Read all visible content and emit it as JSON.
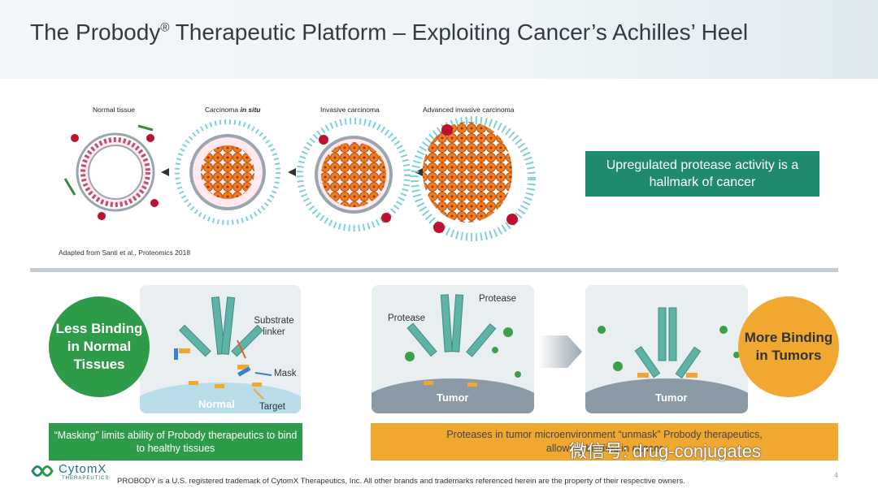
{
  "header": {
    "title": "The Probody",
    "title_sup": "®",
    "title_rest": " Therapeutic Platform – Exploiting Cancer’s Achilles’ Heel"
  },
  "stages": {
    "normal": "Normal tissue",
    "in_situ": "Carcinoma ",
    "in_situ_italic": "in situ",
    "invasive": "Invasive carcinoma",
    "advanced": "Advanced invasive carcinoma"
  },
  "source_note": "Adapted from Santi et al., Proteomics 2018",
  "protease_box": "Upregulated protease activity is a hallmark of cancer",
  "less_binding": "Less Binding in Normal Tissues",
  "more_binding": "More Binding in Tumors",
  "labels": {
    "substrate_linker": "Substrate linker",
    "mask": "Mask",
    "target": "Target",
    "normal": "Normal",
    "protease1": "Protease",
    "protease2": "Protease",
    "tumor1": "Tumor",
    "tumor2": "Tumor"
  },
  "masking_text": "“Masking” limits ability of Probody therapeutics to bind to healthy tissues",
  "unmask_text_1": "Proteases in tumor microenvironment “unmask” Probody therapeutics,",
  "unmask_text_2": "allowing binding in cancer",
  "footer": "PROBODY is a U.S. registered trademark of CytomX Therapeutics, Inc.  All other brands and trademarks referenced herein are the property of their respective owners.",
  "page_number": "4",
  "logo": {
    "name": "CytomX",
    "sub": "THERAPEUTICS"
  },
  "watermark": "微信号: drug-conjugates",
  "colors": {
    "green": "#2e9b48",
    "teal": "#1f8a70",
    "orange": "#f0a830",
    "antibody": "#5fb3a6"
  }
}
